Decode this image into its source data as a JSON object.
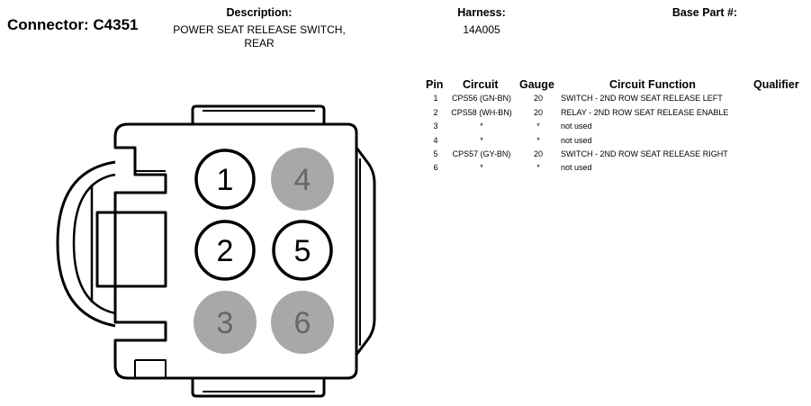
{
  "header": {
    "connector": "Connector: C4351",
    "description_label": "Description:",
    "description_line1": "POWER SEAT RELEASE SWITCH,",
    "description_line2": "REAR",
    "harness_label": "Harness:",
    "harness_value": "14A005",
    "base_part_label": "Base Part #:"
  },
  "table": {
    "headers": [
      "Pin",
      "Circuit",
      "Gauge",
      "Circuit Function",
      "Qualifier"
    ],
    "rows": [
      {
        "pin": "1",
        "circuit": "CPS56 (GN-BN)",
        "gauge": "20",
        "function": "SWITCH - 2ND ROW SEAT RELEASE LEFT"
      },
      {
        "pin": "2",
        "circuit": "CPS58 (WH-BN)",
        "gauge": "20",
        "function": "RELAY - 2ND ROW SEAT RELEASE ENABLE"
      },
      {
        "pin": "3",
        "circuit": "*",
        "gauge": "*",
        "function": "not used"
      },
      {
        "pin": "4",
        "circuit": "*",
        "gauge": "*",
        "function": "not used"
      },
      {
        "pin": "5",
        "circuit": "CPS57 (GY-BN)",
        "gauge": "20",
        "function": "SWITCH - 2ND ROW SEAT RELEASE RIGHT"
      },
      {
        "pin": "6",
        "circuit": "*",
        "gauge": "*",
        "function": "not used"
      }
    ]
  },
  "connector_pins": [
    {
      "label": "1",
      "used": true
    },
    {
      "label": "4",
      "used": false
    },
    {
      "label": "2",
      "used": true
    },
    {
      "label": "5",
      "used": true
    },
    {
      "label": "3",
      "used": false
    },
    {
      "label": "6",
      "used": false
    }
  ],
  "colors": {
    "used_pin_fill": "#ffffff",
    "unused_pin_fill": "#a8a8a8",
    "unused_pin_text": "#666666",
    "outline": "#000000"
  }
}
